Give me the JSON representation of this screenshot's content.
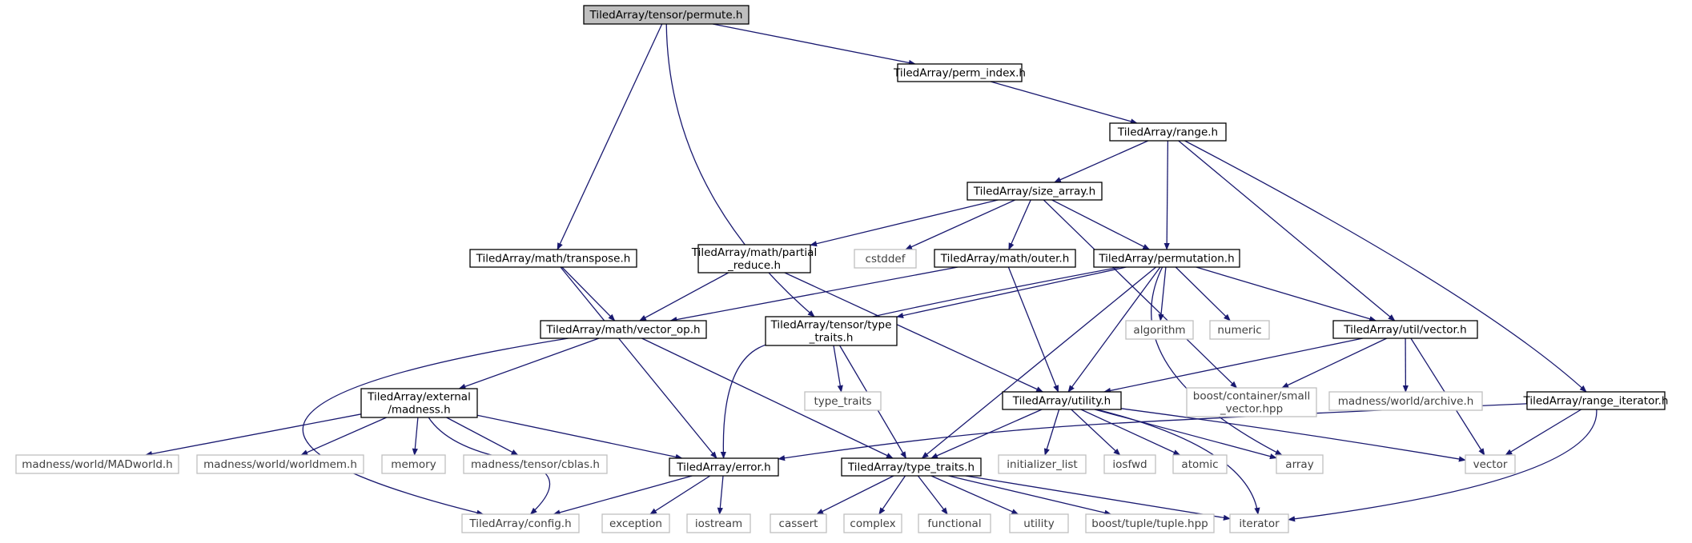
{
  "colors": {
    "edge": "#191970",
    "box_border": "#000000",
    "missing_border": "#bfbfbf",
    "text": "#000000",
    "missing_text": "#404040",
    "root_fill": "#bfbfbf",
    "box_fill": "#ffffff"
  },
  "nodes": [
    {
      "id": "permute",
      "lines": [
        "TiledArray/tensor/permute.h"
      ],
      "kind": "root"
    },
    {
      "id": "perm_index",
      "lines": [
        "TiledArray/perm_index.h"
      ],
      "kind": "file"
    },
    {
      "id": "range",
      "lines": [
        "TiledArray/range.h"
      ],
      "kind": "file"
    },
    {
      "id": "size_array",
      "lines": [
        "TiledArray/size_array.h"
      ],
      "kind": "file"
    },
    {
      "id": "transpose",
      "lines": [
        "TiledArray/math/transpose.h"
      ],
      "kind": "file"
    },
    {
      "id": "partial_reduce",
      "lines": [
        "TiledArray/math/partial",
        "_reduce.h"
      ],
      "kind": "file"
    },
    {
      "id": "cstddef",
      "lines": [
        "cstddef"
      ],
      "kind": "system"
    },
    {
      "id": "outer",
      "lines": [
        "TiledArray/math/outer.h"
      ],
      "kind": "file"
    },
    {
      "id": "permutation",
      "lines": [
        "TiledArray/permutation.h"
      ],
      "kind": "file"
    },
    {
      "id": "vector_op",
      "lines": [
        "TiledArray/math/vector_op.h"
      ],
      "kind": "file"
    },
    {
      "id": "tensor_type_traits",
      "lines": [
        "TiledArray/tensor/type",
        "_traits.h"
      ],
      "kind": "file"
    },
    {
      "id": "algorithm",
      "lines": [
        "algorithm"
      ],
      "kind": "system"
    },
    {
      "id": "numeric",
      "lines": [
        "numeric"
      ],
      "kind": "system"
    },
    {
      "id": "util_vector",
      "lines": [
        "TiledArray/util/vector.h"
      ],
      "kind": "file"
    },
    {
      "id": "external_madness",
      "lines": [
        "TiledArray/external",
        "/madness.h"
      ],
      "kind": "file"
    },
    {
      "id": "type_traits_sys",
      "lines": [
        "type_traits"
      ],
      "kind": "system"
    },
    {
      "id": "utility_h",
      "lines": [
        "TiledArray/utility.h"
      ],
      "kind": "file"
    },
    {
      "id": "small_vector",
      "lines": [
        "boost/container/small",
        "_vector.hpp"
      ],
      "kind": "system"
    },
    {
      "id": "archive",
      "lines": [
        "madness/world/archive.h"
      ],
      "kind": "system"
    },
    {
      "id": "range_iterator",
      "lines": [
        "TiledArray/range_iterator.h"
      ],
      "kind": "file"
    },
    {
      "id": "madworld",
      "lines": [
        "madness/world/MADworld.h"
      ],
      "kind": "system"
    },
    {
      "id": "worldmem",
      "lines": [
        "madness/world/worldmem.h"
      ],
      "kind": "system"
    },
    {
      "id": "memory",
      "lines": [
        "memory"
      ],
      "kind": "system"
    },
    {
      "id": "cblas",
      "lines": [
        "madness/tensor/cblas.h"
      ],
      "kind": "system"
    },
    {
      "id": "error",
      "lines": [
        "TiledArray/error.h"
      ],
      "kind": "file"
    },
    {
      "id": "ta_type_traits",
      "lines": [
        "TiledArray/type_traits.h"
      ],
      "kind": "file"
    },
    {
      "id": "initializer_list",
      "lines": [
        "initializer_list"
      ],
      "kind": "system"
    },
    {
      "id": "iosfwd",
      "lines": [
        "iosfwd"
      ],
      "kind": "system"
    },
    {
      "id": "atomic",
      "lines": [
        "atomic"
      ],
      "kind": "system"
    },
    {
      "id": "array",
      "lines": [
        "array"
      ],
      "kind": "system"
    },
    {
      "id": "vector_sys",
      "lines": [
        "vector"
      ],
      "kind": "system"
    },
    {
      "id": "config",
      "lines": [
        "TiledArray/config.h"
      ],
      "kind": "system"
    },
    {
      "id": "exception",
      "lines": [
        "exception"
      ],
      "kind": "system"
    },
    {
      "id": "iostream",
      "lines": [
        "iostream"
      ],
      "kind": "system"
    },
    {
      "id": "cassert",
      "lines": [
        "cassert"
      ],
      "kind": "system"
    },
    {
      "id": "complex",
      "lines": [
        "complex"
      ],
      "kind": "system"
    },
    {
      "id": "functional",
      "lines": [
        "functional"
      ],
      "kind": "system"
    },
    {
      "id": "utility_sys",
      "lines": [
        "utility"
      ],
      "kind": "system"
    },
    {
      "id": "tuple",
      "lines": [
        "boost/tuple/tuple.hpp"
      ],
      "kind": "system"
    },
    {
      "id": "iterator",
      "lines": [
        "iterator"
      ],
      "kind": "system"
    }
  ],
  "edges": [
    [
      "permute",
      "perm_index"
    ],
    [
      "permute",
      "transpose"
    ],
    [
      "permute",
      "tensor_type_traits"
    ],
    [
      "perm_index",
      "range"
    ],
    [
      "range",
      "size_array"
    ],
    [
      "range",
      "permutation"
    ],
    [
      "range",
      "util_vector"
    ],
    [
      "range",
      "range_iterator"
    ],
    [
      "size_array",
      "partial_reduce"
    ],
    [
      "size_array",
      "cstddef"
    ],
    [
      "size_array",
      "outer"
    ],
    [
      "size_array",
      "permutation"
    ],
    [
      "size_array",
      "small_vector"
    ],
    [
      "transpose",
      "vector_op"
    ],
    [
      "transpose",
      "error"
    ],
    [
      "partial_reduce",
      "vector_op"
    ],
    [
      "partial_reduce",
      "utility_h"
    ],
    [
      "outer",
      "vector_op"
    ],
    [
      "outer",
      "utility_h"
    ],
    [
      "permutation",
      "error"
    ],
    [
      "permutation",
      "tensor_type_traits"
    ],
    [
      "permutation",
      "algorithm"
    ],
    [
      "permutation",
      "numeric"
    ],
    [
      "permutation",
      "util_vector"
    ],
    [
      "permutation",
      "utility_h"
    ],
    [
      "permutation",
      "ta_type_traits"
    ],
    [
      "permutation",
      "array"
    ],
    [
      "vector_op",
      "external_madness"
    ],
    [
      "vector_op",
      "config"
    ],
    [
      "vector_op",
      "ta_type_traits"
    ],
    [
      "tensor_type_traits",
      "type_traits_sys"
    ],
    [
      "tensor_type_traits",
      "ta_type_traits"
    ],
    [
      "util_vector",
      "utility_h"
    ],
    [
      "util_vector",
      "small_vector"
    ],
    [
      "util_vector",
      "archive"
    ],
    [
      "util_vector",
      "vector_sys"
    ],
    [
      "external_madness",
      "madworld"
    ],
    [
      "external_madness",
      "worldmem"
    ],
    [
      "external_madness",
      "memory"
    ],
    [
      "external_madness",
      "cblas"
    ],
    [
      "external_madness",
      "error"
    ],
    [
      "external_madness",
      "config"
    ],
    [
      "utility_h",
      "ta_type_traits"
    ],
    [
      "utility_h",
      "initializer_list"
    ],
    [
      "utility_h",
      "iosfwd"
    ],
    [
      "utility_h",
      "atomic"
    ],
    [
      "utility_h",
      "array"
    ],
    [
      "utility_h",
      "vector_sys"
    ],
    [
      "utility_h",
      "iterator"
    ],
    [
      "range_iterator",
      "error"
    ],
    [
      "range_iterator",
      "vector_sys"
    ],
    [
      "range_iterator",
      "iterator"
    ],
    [
      "error",
      "config"
    ],
    [
      "error",
      "exception"
    ],
    [
      "error",
      "iostream"
    ],
    [
      "ta_type_traits",
      "cassert"
    ],
    [
      "ta_type_traits",
      "complex"
    ],
    [
      "ta_type_traits",
      "functional"
    ],
    [
      "ta_type_traits",
      "utility_sys"
    ],
    [
      "ta_type_traits",
      "tuple"
    ],
    [
      "ta_type_traits",
      "iterator"
    ]
  ]
}
